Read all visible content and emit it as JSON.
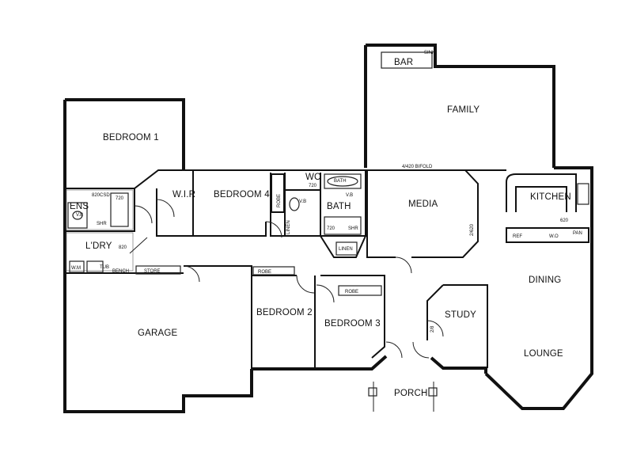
{
  "rooms": {
    "bedroom1": "BEDROOM 1",
    "bedroom2": "BEDROOM 2",
    "bedroom3": "BEDROOM 3",
    "bedroom4": "BEDROOM 4",
    "wir": "W.I.R",
    "ens": "ENS",
    "ldry": "L'DRY",
    "garage": "GARAGE",
    "family": "FAMILY",
    "bar": "BAR",
    "media": "MEDIA",
    "kitchen": "KITCHEN",
    "dining": "DINING",
    "lounge": "LOUNGE",
    "study": "STUDY",
    "porch": "PORCH",
    "bath": "BATH",
    "wc": "WC"
  },
  "labels": {
    "sink": "SINK",
    "bifold": "4/420 BIFOLD",
    "ens_vb": "V.B",
    "ens_shr": "SHR",
    "ens_dim": "820CSD",
    "ens_dim2": "720",
    "ldry_dim": "820",
    "wm": "W.M",
    "tub": "TUB",
    "bench": "BENCH",
    "store": "STORE",
    "robe_b4": "ROBE",
    "robe_garage": "ROBE",
    "robe_b3": "ROBE",
    "linen_b4": "LINEN",
    "linen_hall": "LINEN",
    "bath_vb": "V.B",
    "bath_tub": "BATH",
    "bath_shr": "SHR",
    "bath_dim": "720",
    "wc_vb": "V.B",
    "wc_dim": "720",
    "media_dim": "2/620",
    "ref": "REF",
    "wo": "W.O",
    "pan": "PAN",
    "kitchen_dim": "620",
    "study_dim": "2/8"
  }
}
